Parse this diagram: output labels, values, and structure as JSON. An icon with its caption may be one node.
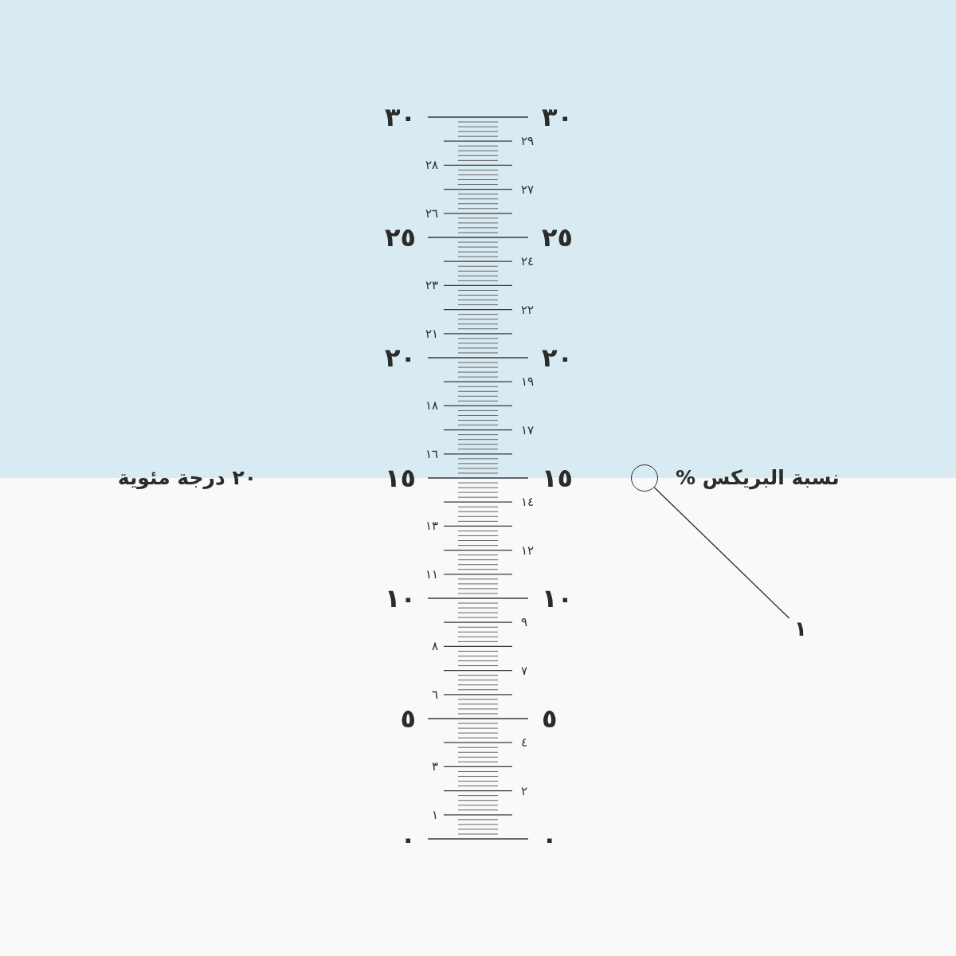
{
  "diagram": {
    "nodes": [
      {
        "text": [],
        "shape": "circle"
      },
      {
        "text": [
          "١"
        ]
      }
    ],
    "edges": [
      {
        "from": 1,
        "to": 0,
        "arrow": "none"
      }
    ],
    "labels": [
      "٣٠",
      "٣٠",
      "٢٩",
      "٢٨",
      "٢٧",
      "٢٦",
      "٢٥",
      "٢٥",
      "٢٤",
      "٢٣",
      "٢٢",
      "٢١",
      "٢٠",
      "٢٠",
      "١٩",
      "١٨",
      "١٧",
      "١٦",
      "٢٠ درجة مئوية",
      "١٥",
      "١٥",
      "نسبة البريكس %",
      "١٤",
      "١٣",
      "١٢",
      "١١",
      "١٠",
      "١٠",
      "٩",
      "٨",
      "٧",
      "٦",
      "٥",
      "٥",
      "٤",
      "٣",
      "٢",
      "١",
      "٠",
      "٠"
    ]
  }
}
